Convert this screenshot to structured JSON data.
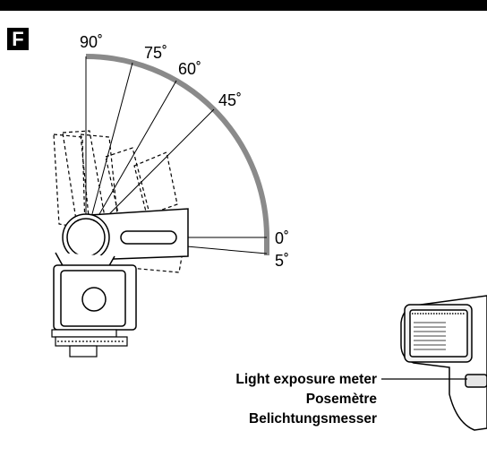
{
  "section": {
    "letter": "F"
  },
  "angles": {
    "a90": "90˚",
    "a75": "75˚",
    "a60": "60˚",
    "a45": "45˚",
    "a0": "0˚",
    "a5": "5˚"
  },
  "caption": {
    "english": "Light exposure meter",
    "french": "Posemètre",
    "german": "Belichtungsmesser"
  }
}
